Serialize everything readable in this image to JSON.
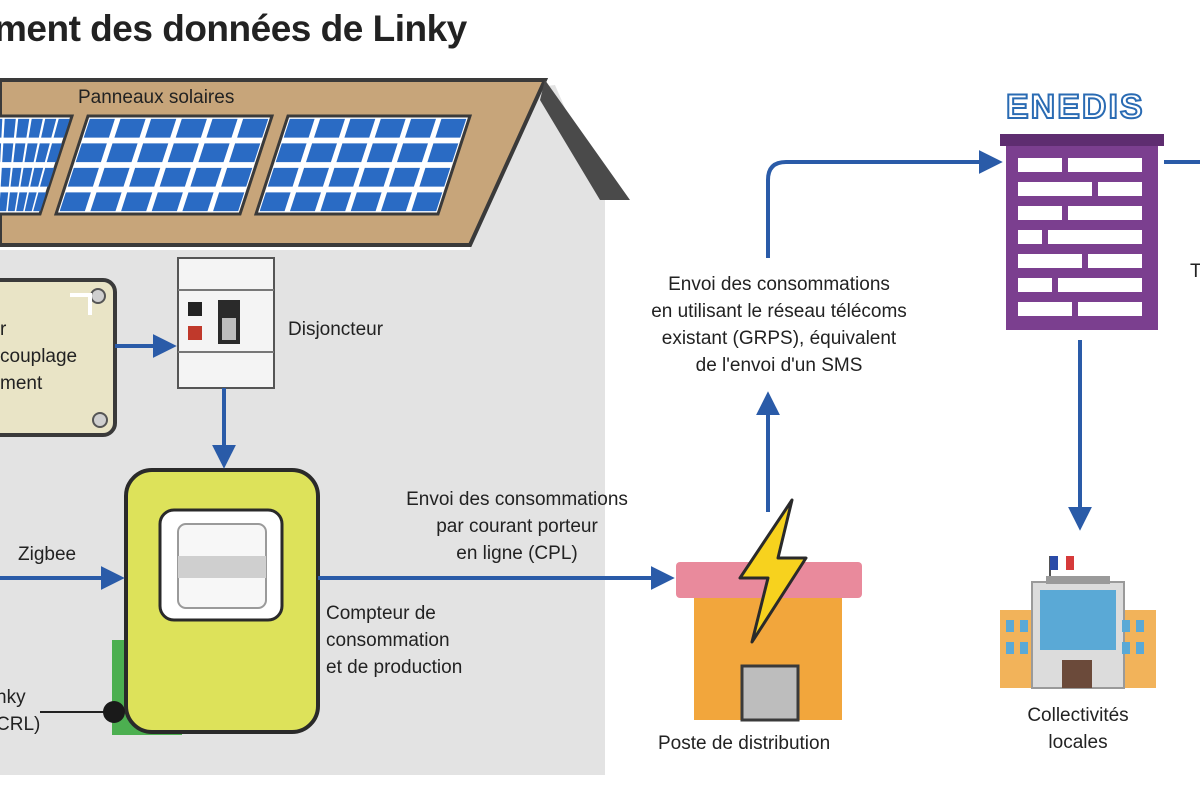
{
  "title": "ment des données de Linky",
  "logo": {
    "text": "ENEDIS"
  },
  "labels": {
    "solar_panels": "Panneaux solaires",
    "breaker": "Disjoncteur",
    "telecom_lines": [
      "Envoi des consommations",
      "en utilisant le réseau télécoms",
      "existant (GRPS), équivalent",
      "de l'envoi d'un SMS"
    ],
    "cpl_lines": [
      "Envoi des consommations",
      "par courant porteur",
      "en ligne (CPL)"
    ],
    "meter_lines": [
      "Compteur de",
      "consommation",
      "et de production"
    ],
    "zigbee": "Zigbee",
    "distribution": "Poste de distribution",
    "local_authorities_lines": [
      "Collectivités",
      "locales"
    ],
    "left_box_lines": [
      "r",
      "couplage",
      "ment"
    ],
    "linky_lines": [
      "nky",
      "CRL)"
    ],
    "right_edge": "T"
  },
  "colors": {
    "arrow": "#2a5ba8",
    "house_wall": "#e3e3e3",
    "roof": "#c7a57a",
    "solar_blue": "#2a6bc4",
    "meter_yellow": "#dde25a",
    "enedis_purple": "#7b3f8f",
    "station_orange": "#f2a63c",
    "station_pink": "#e98a9c",
    "bolt": "#f7d21e"
  }
}
